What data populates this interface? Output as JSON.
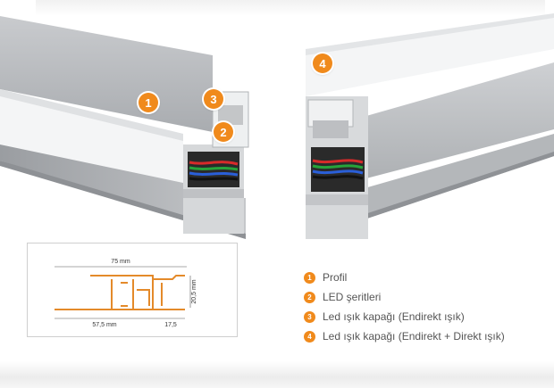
{
  "badges": {
    "left_profile": "1",
    "left_indirect_cover": "3",
    "left_led_strip": "2",
    "right_cover": "4"
  },
  "diagram": {
    "width_total": "75 mm",
    "height": "20,5 mm",
    "width_left": "57,5 mm",
    "width_right": "17,5"
  },
  "legend": {
    "items": [
      {
        "num": "1",
        "label": "Profil"
      },
      {
        "num": "2",
        "label": "LED şeritleri"
      },
      {
        "num": "3",
        "label": "Led ışık kapağı (Endirekt ışık)"
      },
      {
        "num": "4",
        "label": "Led ışık kapağı (Endirekt + Direkt ışık)"
      }
    ]
  },
  "colors": {
    "accent": "#f08a1c",
    "profile_outline": "#e48a2a",
    "aluminium": "#b9bcbf"
  }
}
